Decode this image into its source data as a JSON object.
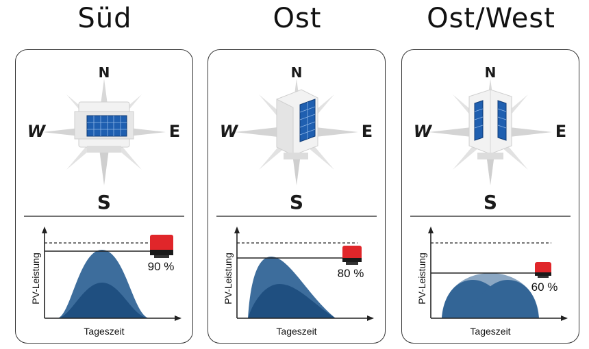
{
  "compass": {
    "n": "N",
    "e": "E",
    "s": "S",
    "w": "W"
  },
  "axis": {
    "x": "Tageszeit",
    "y": "PV-Leistung"
  },
  "colors": {
    "curve_light": "#3d6d9c",
    "curve_dark": "#1f4f80",
    "panel_blue": "#1f5fb0",
    "inverter_red": "#e0262a"
  },
  "panels": [
    {
      "title": "Süd",
      "inverter_percent": "90 %",
      "orientation": "south",
      "inverter_limit": 0.9,
      "chart_data": {
        "type": "area",
        "title": "",
        "xlabel": "Tageszeit",
        "ylabel": "PV-Leistung",
        "inverter_limit": 0.9,
        "series": []
      }
    },
    {
      "title": "Ost",
      "inverter_percent": "80 %",
      "orientation": "east",
      "inverter_limit": 0.8,
      "chart_data": {
        "type": "area",
        "title": "",
        "xlabel": "Tageszeit",
        "ylabel": "PV-Leistung",
        "inverter_limit": 0.8,
        "series": []
      }
    },
    {
      "title": "Ost/West",
      "inverter_percent": "60 %",
      "orientation": "east-west",
      "inverter_limit": 0.6,
      "chart_data": {
        "type": "area",
        "title": "",
        "xlabel": "Tageszeit",
        "ylabel": "PV-Leistung",
        "inverter_limit": 0.6,
        "series": []
      }
    }
  ]
}
